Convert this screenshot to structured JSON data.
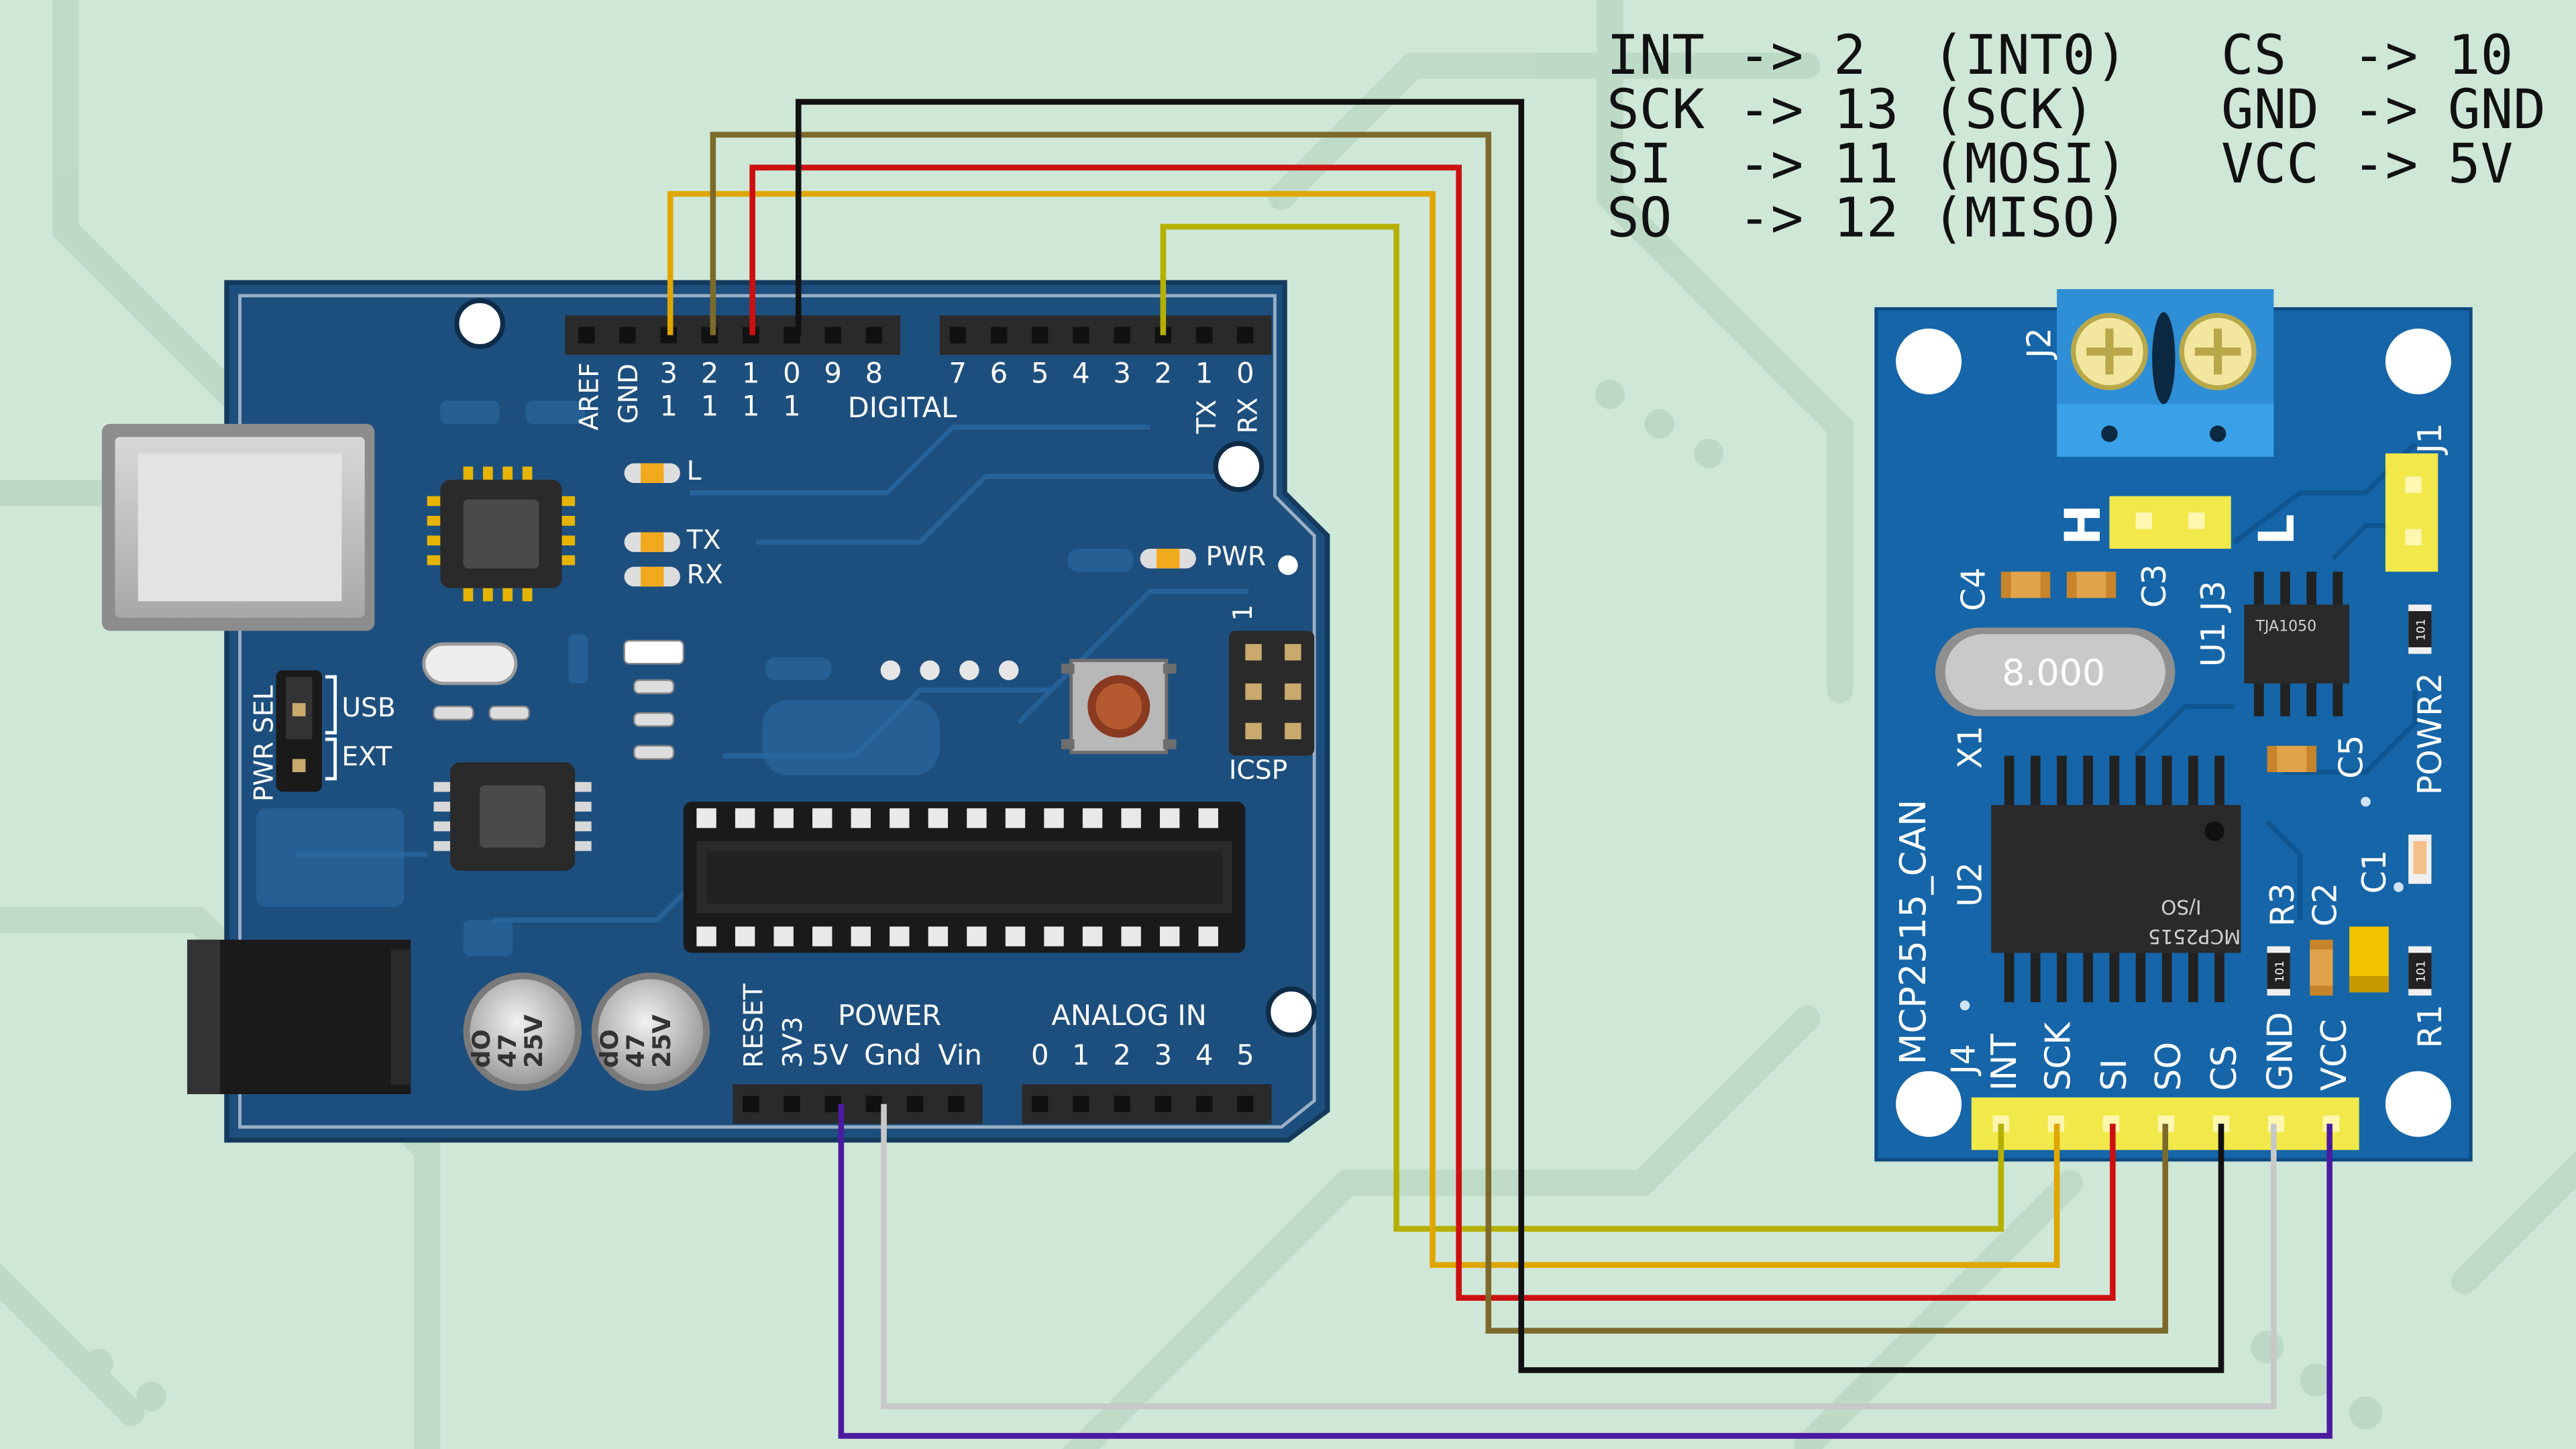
{
  "pinout": {
    "rows": [
      {
        "sig": "INT",
        "arrow": "->",
        "pin": "2",
        "name": "(INT0)"
      },
      {
        "sig": "SCK",
        "arrow": "->",
        "pin": "13",
        "name": "(SCK)"
      },
      {
        "sig": "SI",
        "arrow": "->",
        "pin": "11",
        "name": "(MOSI)"
      },
      {
        "sig": "SO",
        "arrow": "->",
        "pin": "12",
        "name": "(MISO)"
      }
    ],
    "rows2": [
      {
        "sig": "CS",
        "arrow": "->",
        "pin": "10"
      },
      {
        "sig": "GND",
        "arrow": "->",
        "pin": "GND"
      },
      {
        "sig": "VCC",
        "arrow": "->",
        "pin": "5V"
      }
    ]
  },
  "arduino": {
    "digital_label": "DIGITAL",
    "aref": "AREF",
    "gnd": "GND",
    "digital_high": [
      {
        "top": "3",
        "bottom": "1"
      },
      {
        "top": "2",
        "bottom": "1"
      },
      {
        "top": "1",
        "bottom": "1"
      },
      {
        "top": "0",
        "bottom": "1"
      },
      {
        "top": "9",
        "bottom": ""
      },
      {
        "top": "8",
        "bottom": ""
      }
    ],
    "digital_low": [
      "7",
      "6",
      "5",
      "4",
      "3",
      "2",
      "1",
      "0"
    ],
    "tx": "TX",
    "rx": "RX",
    "led_l": "L",
    "led_tx": "TX",
    "led_rx": "RX",
    "pwr": "PWR",
    "pwr_sel": "PWR SEL",
    "usb": "USB",
    "ext": "EXT",
    "icsp": "ICSP",
    "icsp_pin1": "1",
    "cap_text": [
      "dO",
      "47",
      "25V"
    ],
    "reset": "RESET",
    "v33": "3V3",
    "v5": "5V",
    "gnd2": "Gnd",
    "vin": "Vin",
    "power": "POWER",
    "analog_in": "ANALOG IN",
    "analog_pins": [
      "0",
      "1",
      "2",
      "3",
      "4",
      "5"
    ]
  },
  "module": {
    "j2": "J2",
    "j1": "J1",
    "h": "H",
    "l": "L",
    "c4": "C4",
    "c3": "C3",
    "u1": "U1",
    "j3": "J3",
    "tja": "TJA1050",
    "crystal": "8.000",
    "x1": "X1",
    "c5": "C5",
    "pow": "POW",
    "r2": "R2",
    "u2": "U2",
    "mcp_name": "MCP2515_CAN",
    "chip_top": "I/SO",
    "chip_bottom": "MCP2515",
    "r3": "R3",
    "c2": "C2",
    "c1": "C1",
    "r1": "R1",
    "j4": "J4",
    "pins": [
      "INT",
      "SCK",
      "SI",
      "SO",
      "CS",
      "GND",
      "VCC"
    ],
    "resistor_code": "101"
  },
  "colors": {
    "background": "#cfe7d7",
    "arduino_board": "#1d4f7e",
    "module_board": "#1565a8",
    "wire_int": "#b5b000",
    "wire_sck": "#e0a600",
    "wire_si": "#cc1010",
    "wire_so": "#7c6a2b",
    "wire_cs": "#111111",
    "wire_gnd": "#c8c8c8",
    "wire_vcc": "#4b1aa0"
  }
}
